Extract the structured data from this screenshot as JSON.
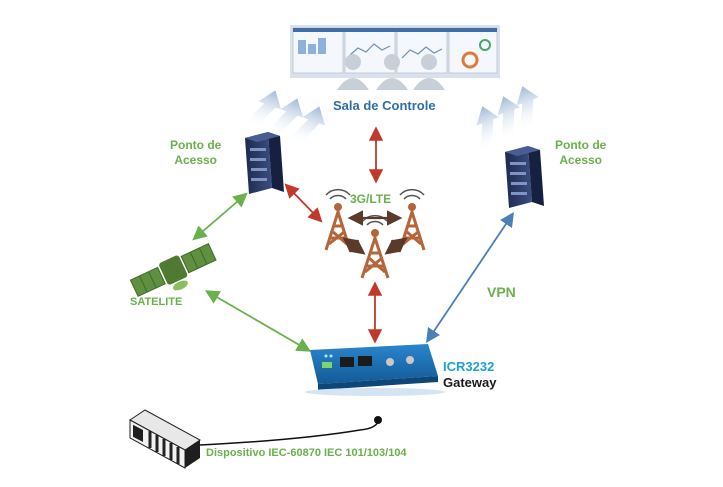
{
  "labels": {
    "control_room": "Sala de Controle",
    "access_point_left_line1": "Ponto de",
    "access_point_left_line2": "Acesso",
    "access_point_right_line1": "Ponto de",
    "access_point_right_line2": "Acesso",
    "network": "3G/LTE",
    "satellite": "SATELITE",
    "vpn": "VPN",
    "router_model": "ICR3232",
    "router_type": "Gateway",
    "device": "Dispositivo IEC-60870 IEC 101/103/104"
  },
  "colors": {
    "green_link": "#6ab04c",
    "red_link": "#c0392b",
    "blue_link": "#4a7fb8",
    "tower": "#b5653a",
    "server": "#2b3a66",
    "router": "#1f6fb2",
    "cyan_text": "#1da1d6"
  }
}
